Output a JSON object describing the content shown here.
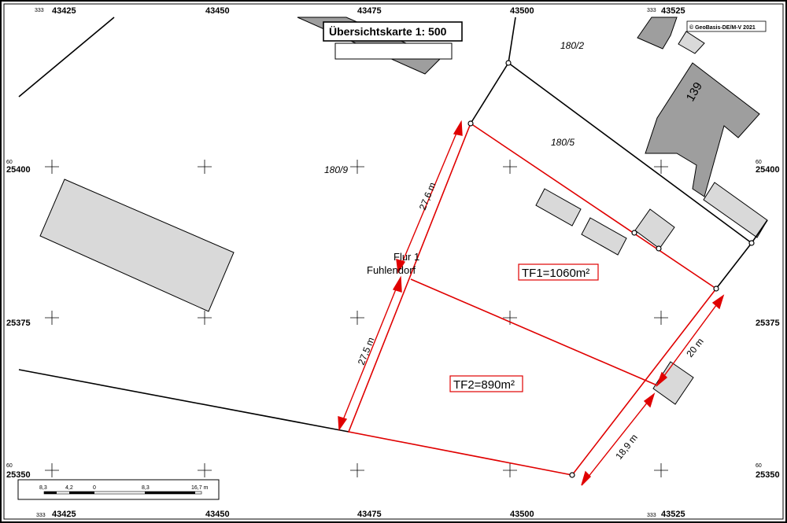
{
  "map": {
    "title": "Übersichtskarte 1: 500",
    "copyright": "© GeoBasis-DE/M-V 2021",
    "coordinates": {
      "easting_prefix": "333",
      "eastings": [
        "43425",
        "43450",
        "43475",
        "43500",
        "43525"
      ],
      "northing_prefix": "60",
      "northings": [
        "25400",
        "25375",
        "25350"
      ]
    },
    "parcels": [
      "180/2",
      "180/5",
      "180/9"
    ],
    "flur": [
      "Flur 1",
      "Fuhlendorf"
    ],
    "house_number": "139",
    "areas": [
      {
        "label": "TF1=1060m²",
        "color": "#e00000"
      },
      {
        "label": "TF2=890m²",
        "color": "#e00000"
      }
    ],
    "dimensions": [
      "27,6 m",
      "27,5 m",
      "20 m",
      "18,9 m"
    ],
    "scale_bar": {
      "labels": [
        "8,3",
        "4,2",
        "0",
        "8,3",
        "16,7 m"
      ]
    },
    "colors": {
      "boundary": "#e00000",
      "building_main": "#9e9e9e",
      "building_minor": "#d9d9d9"
    }
  }
}
